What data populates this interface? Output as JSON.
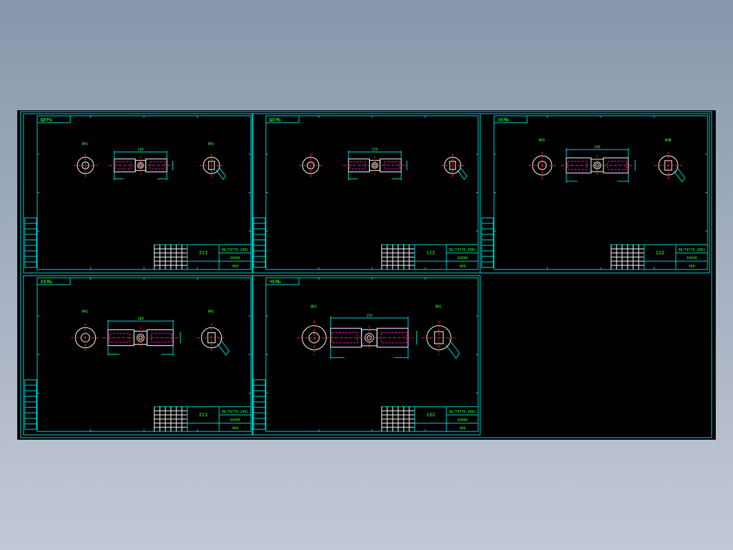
{
  "colors": {
    "background_gradient_top": "#8797ab",
    "background_gradient_bottom": "#c3c8d6",
    "viewport": "#000000",
    "border": "#00d4d4",
    "geometry": "#ffffff",
    "centerline": "#ff2a2a",
    "hidden_line": "#ff00ff",
    "text": "#33ff33"
  },
  "sheets": [
    {
      "tag": "ЩЕРЬ",
      "title": "211",
      "spec": "ЗБ/Т4776-2001",
      "code": "ЗХ0ЧН",
      "note": "ЧЕЯ",
      "size_label": "100",
      "view_left": "ЙН1",
      "view_right": "ЙН1"
    },
    {
      "tag": "ЩЕЯЬ",
      "title": "112",
      "spec": "ЗБ/Т4776-2001",
      "code": "ЗХ0ЧН",
      "note": "ЧЕЯ",
      "size_label": "150",
      "view_left": "",
      "view_right": ""
    },
    {
      "tag": "ЗЕЯЬ",
      "title": "122",
      "spec": "ЗБ/Т4776-2001",
      "code": "ЗХ0ЧН",
      "note": "ЧЕЯ",
      "size_label": "200",
      "view_left": "ЙОХ",
      "view_right": "ЙОЖ"
    },
    {
      "tag": "ЕЕЯЬ",
      "title": "211",
      "spec": "ЗБ/Т4776-2001",
      "code": "ЗХ0ЧН",
      "note": "ЧЕЯ",
      "size_label": "180",
      "view_left": "ЙН1",
      "view_right": "ЙН1"
    },
    {
      "tag": "ЧЕЯЬ",
      "title": "132",
      "spec": "ЗБ/Т4776-2001",
      "code": "ЗХ0ЧН",
      "note": "ЧЕЯ",
      "size_label": "250",
      "view_left": "ЙН1",
      "view_right": "ЙН1"
    }
  ]
}
